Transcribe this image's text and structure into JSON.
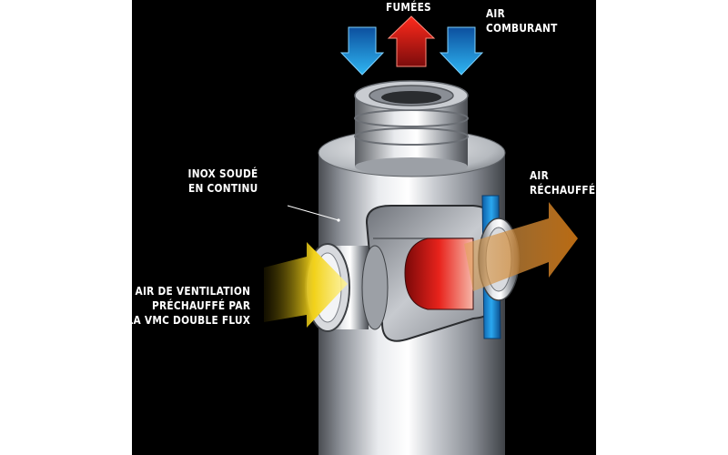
{
  "labels": {
    "fumees": "FUMÉES",
    "air_comburant": [
      "AIR",
      "COMBURANT"
    ],
    "inox": [
      "INOX SOUDÉ",
      "EN CONTINU"
    ],
    "air_rechauffe": [
      "AIR",
      "RÉCHAUFFÉ"
    ],
    "air_ventilation": [
      "AIR DE VENTILATION",
      "PRÉCHAUFFÉ PAR",
      "LA VMC DOUBLE FLUX"
    ]
  },
  "colors": {
    "background": "#000000",
    "page": "#ffffff",
    "smoke_red": "#e01b1b",
    "combustion_air_blue": "#1f9ee6",
    "warm_air_orange": "#c5740f",
    "ventilation_yellow": "#f2d21a",
    "steel": "#b8bcc2"
  }
}
